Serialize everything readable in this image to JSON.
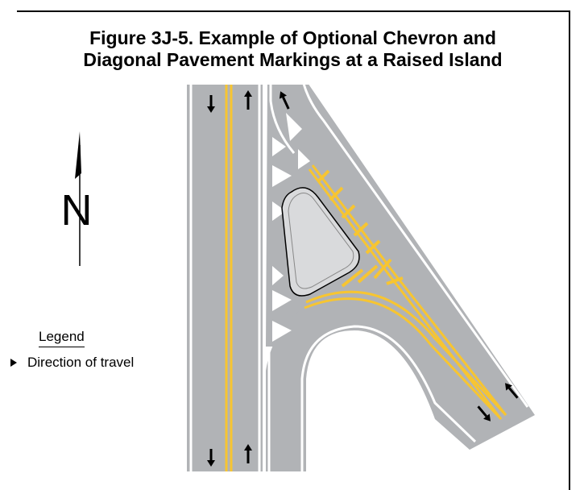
{
  "figure": {
    "title_line1": "Figure 3J-5.  Example of Optional Chevron and",
    "title_line2": "Diagonal Pavement Markings at a Raised Island"
  },
  "north_arrow": {
    "label": "N",
    "icon": "north-arrow-icon"
  },
  "legend": {
    "heading": "Legend",
    "items": [
      {
        "icon": "direction-arrow-icon",
        "label": "Direction of travel"
      }
    ]
  },
  "colors": {
    "pavement": "#b1b3b6",
    "yellow_marking": "#f7c531",
    "white_marking": "#ffffff",
    "island_fill": "#d9dadc",
    "outline": "#000000"
  }
}
